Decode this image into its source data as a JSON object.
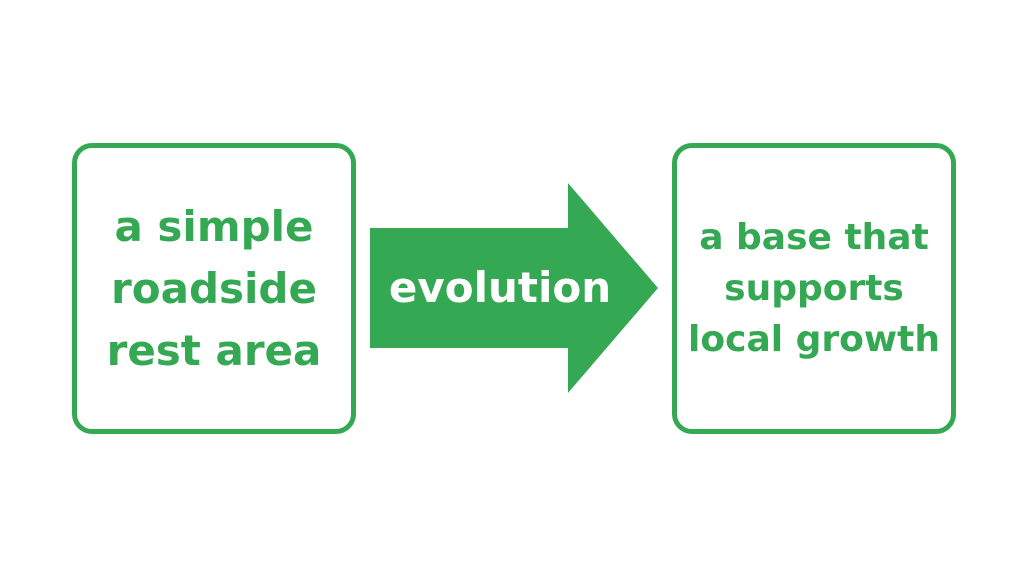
{
  "colors": {
    "accent": "#34a853",
    "arrow_text": "#ffffff"
  },
  "left_box": {
    "lines": [
      "a simple",
      "roadside",
      "rest area"
    ]
  },
  "arrow": {
    "label": "evolution"
  },
  "right_box": {
    "lines": [
      "a base that",
      "supports",
      "local growth"
    ]
  }
}
